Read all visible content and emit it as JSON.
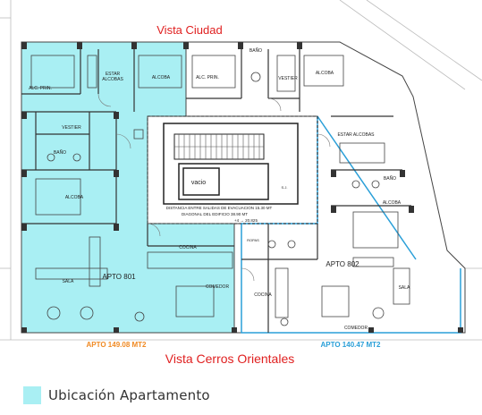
{
  "labels": {
    "top_view": "Vista Ciudad",
    "bottom_view": "Vista Cerros Orientales",
    "apt_left": "APTO 801",
    "apt_right": "APTO 802",
    "area_left": "APTO  149.08 MT2",
    "area_right": "APTO  140.47 MT2",
    "vacio": "vacio",
    "distance_line1": "DISTANCIA ENTRE SALIDAS DE EVACUACION  15.30 MT",
    "distance_line2": "DIAGONAL DEL EDIFICIO  38.90 MT",
    "level": "+4  →  20.825",
    "sj": "S.J."
  },
  "rooms_left": {
    "alc_prin": "ALC. PRIN.",
    "estar": "ESTAR\nALCOBAS",
    "alcoba_top": "ALCOBA",
    "vestier": "VESTIER",
    "bano": "BAÑO",
    "alcoba": "ALCOBA",
    "sala": "SALA",
    "cocina": "COCINA",
    "comedor": "COMEDOR"
  },
  "rooms_right": {
    "alc_prin": "ALC. PRIN.",
    "bano_top": "BAÑO",
    "vestier": "VESTIER",
    "alcoba_top": "ALCOBA",
    "estar": "ESTAR ALCOBAS",
    "bano": "BAÑO",
    "alcoba": "ALCOBA",
    "ropas": "ROPAS",
    "cocina": "COCINA",
    "sala": "SALA",
    "comedor": "COMEDOR"
  },
  "legend": {
    "label": "Ubicación Apartamento",
    "color": "#a9eff3"
  },
  "colors": {
    "highlight": "#a9eff3",
    "view_label": "#e02020",
    "area_left": "#f08a24",
    "area_right": "#2a9fd8",
    "wall": "#222222",
    "line": "#666666",
    "thin": "#999999"
  }
}
